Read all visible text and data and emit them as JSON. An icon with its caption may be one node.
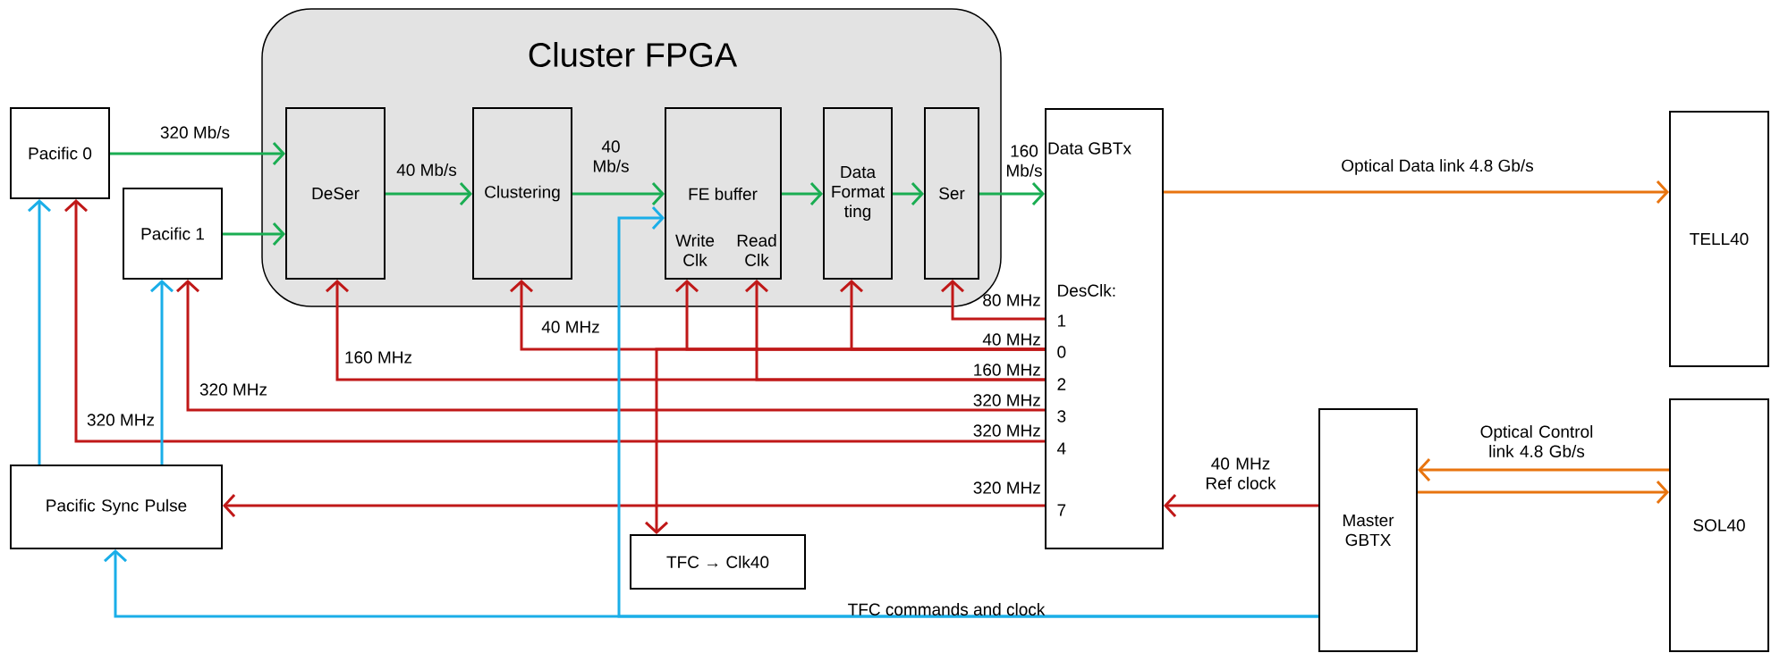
{
  "diagram": {
    "nodes": [
      {
        "text": [
          "Cluster FPGA"
        ]
      },
      {
        "text": [
          "Pacific 0"
        ]
      },
      {
        "text": [
          "Pacific 1"
        ]
      },
      {
        "text": [
          "DeSer"
        ],
        "in": 0
      },
      {
        "text": [
          "Clustering"
        ],
        "in": 0
      },
      {
        "text": [
          "FE buffer",
          "Write Clk",
          "Read Clk"
        ],
        "in": 0
      },
      {
        "text": [
          "Data Format ting"
        ],
        "in": 0
      },
      {
        "text": [
          "Ser"
        ],
        "in": 0
      },
      {
        "text": [
          "Data GBTx",
          "DesClk:",
          "1",
          "0",
          "2",
          "3",
          "4",
          "7"
        ]
      },
      {
        "text": [
          "TELL40"
        ]
      },
      {
        "text": [
          "Pacific Sync Pulse"
        ]
      },
      {
        "text": [
          "TFC → Clk40"
        ]
      },
      {
        "text": [
          "Master GBTX"
        ]
      },
      {
        "text": [
          "SOL40"
        ]
      }
    ],
    "edges": [
      {
        "from": 1,
        "to": 3,
        "arrow": "to",
        "label": "320 Mb/s",
        "color": "#1aad52"
      },
      {
        "from": 2,
        "to": 3,
        "arrow": "to",
        "color": "#1aad52"
      },
      {
        "from": 3,
        "to": 4,
        "arrow": "to",
        "label": "40 Mb/s",
        "color": "#1aad52"
      },
      {
        "from": 4,
        "to": 5,
        "arrow": "to",
        "label": "40 Mb/s",
        "color": "#1aad52"
      },
      {
        "from": 5,
        "to": 6,
        "arrow": "to",
        "color": "#1aad52"
      },
      {
        "from": 6,
        "to": 7,
        "arrow": "to",
        "color": "#1aad52"
      },
      {
        "from": 7,
        "to": 8,
        "arrow": "to",
        "label": "160 Mb/s",
        "color": "#1aad52"
      },
      {
        "from": 8,
        "to": 9,
        "arrow": "to",
        "label": "Optical Data link 4.8 Gb/s",
        "color": "#e8740f"
      },
      {
        "from": 8,
        "to": 7,
        "arrow": "to",
        "label": "80 MHz",
        "color": "#c01818"
      },
      {
        "from": 8,
        "to": 4,
        "arrow": "to",
        "label": "40 MHz",
        "color": "#c01818"
      },
      {
        "from": 8,
        "to": 5,
        "arrow": "to",
        "color": "#c01818"
      },
      {
        "from": 8,
        "to": 6,
        "arrow": "to",
        "color": "#c01818"
      },
      {
        "from": 8,
        "to": 11,
        "arrow": "to",
        "color": "#c01818"
      },
      {
        "from": 8,
        "to": 3,
        "arrow": "to",
        "label": "160 MHz",
        "color": "#c01818"
      },
      {
        "from": 8,
        "to": 5,
        "arrow": "to",
        "color": "#c01818"
      },
      {
        "from": 8,
        "to": 2,
        "arrow": "to",
        "label": "320 MHz",
        "color": "#c01818"
      },
      {
        "from": 8,
        "to": 1,
        "arrow": "to",
        "label": "320 MHz",
        "color": "#c01818"
      },
      {
        "from": 8,
        "to": 10,
        "arrow": "to",
        "label": "320 MHz",
        "color": "#c01818"
      },
      {
        "from": 12,
        "to": 8,
        "arrow": "to",
        "label": "40 MHz Ref clock",
        "color": "#c01818"
      },
      {
        "from": 13,
        "to": 12,
        "arrow": "to",
        "label": "Optical Control link 4.8 Gb/s",
        "color": "#e8740f"
      },
      {
        "from": 12,
        "to": 13,
        "arrow": "to",
        "color": "#e8740f"
      },
      {
        "from": 12,
        "to": 10,
        "arrow": "to",
        "label": "TFC commands and clock",
        "color": "#1aaee8"
      },
      {
        "from": 12,
        "to": 5,
        "arrow": "to",
        "color": "#1aaee8"
      },
      {
        "from": 10,
        "to": 1,
        "arrow": "to",
        "color": "#1aaee8"
      },
      {
        "from": 10,
        "to": 2,
        "arrow": "to",
        "color": "#1aaee8"
      }
    ],
    "labels": [
      "40 MHz",
      "160 MHz",
      "320 MHz",
      "320 MHz"
    ]
  }
}
